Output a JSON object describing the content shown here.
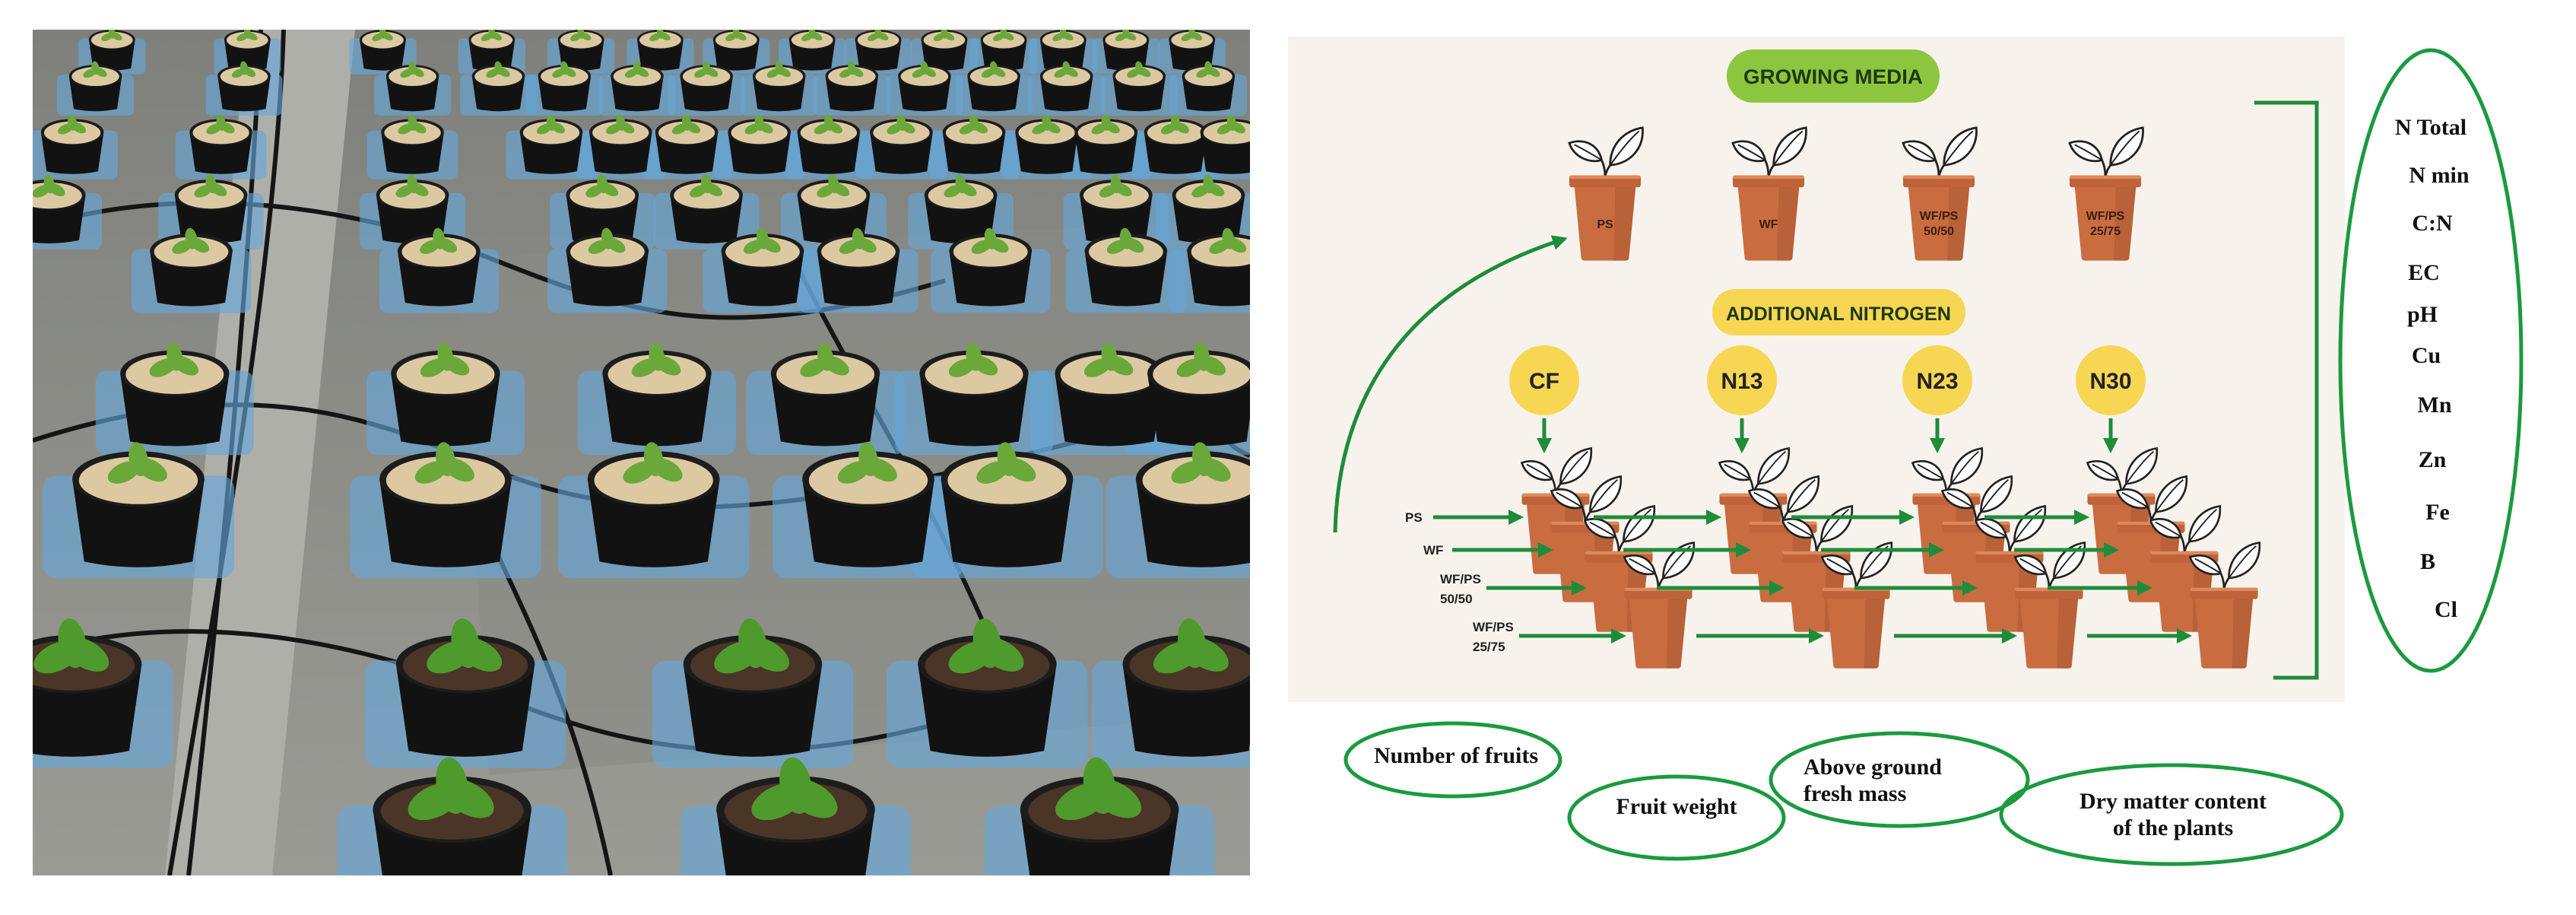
{
  "diagram": {
    "growing_media": {
      "label": "GROWING MEDIA",
      "pots": [
        [
          "PS"
        ],
        [
          "WF"
        ],
        [
          "WF/PS",
          "50/50"
        ],
        [
          "WF/PS",
          "25/75"
        ]
      ]
    },
    "additional_nitrogen": {
      "label": "ADDITIONAL NITROGEN",
      "treatments": [
        "CF",
        "N13",
        "N23",
        "N30"
      ]
    },
    "media_inputs": [
      [
        "PS"
      ],
      [
        "WF"
      ],
      [
        "WF/PS",
        "50/50"
      ],
      [
        "WF/PS",
        "25/75"
      ]
    ],
    "soil_parameters": [
      "N Total",
      "N min",
      "C:N",
      "EC",
      "pH",
      "Cu",
      "Mn",
      "Zn",
      "Fe",
      "B",
      "Cl"
    ],
    "plant_measurements": [
      [
        "Number of fruits"
      ],
      [
        "Fruit weight"
      ],
      [
        "Above ground",
        "fresh mass"
      ],
      [
        "Dry matter content",
        "of the plants"
      ]
    ],
    "colors": {
      "arrow_green": "#1e8c3a",
      "outline_green": "#1b9a3f",
      "growing_media_pill": "#8cc63f",
      "nitrogen_yellow": "#f7d654",
      "pot_terracotta": "#c96d41",
      "panel_background": "#f7f3ec"
    }
  }
}
